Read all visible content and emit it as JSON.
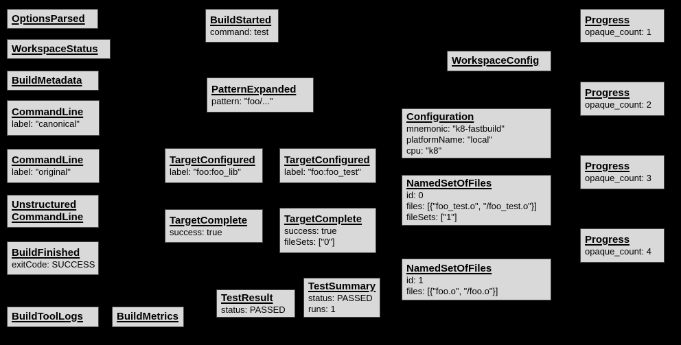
{
  "colors": {
    "background": "#000000",
    "node_fill": "#d9d9d9",
    "node_border": "#4a4a4a",
    "node_text": "#000000"
  },
  "nodes": [
    {
      "name": "options-parsed",
      "title": "OptionsParsed",
      "lines": []
    },
    {
      "name": "workspace-status",
      "title": "WorkspaceStatus",
      "lines": []
    },
    {
      "name": "build-metadata",
      "title": "BuildMetadata",
      "lines": []
    },
    {
      "name": "command-line-canonical",
      "title": "CommandLine",
      "lines": [
        "label: \"canonical\""
      ]
    },
    {
      "name": "command-line-original",
      "title": "CommandLine",
      "lines": [
        "label: \"original\""
      ]
    },
    {
      "name": "unstructured-command-line",
      "title": "Unstructured\nCommandLine",
      "lines": []
    },
    {
      "name": "build-finished",
      "title": "BuildFinished",
      "lines": [
        "exitCode: SUCCESS"
      ]
    },
    {
      "name": "build-tool-logs",
      "title": "BuildToolLogs",
      "lines": []
    },
    {
      "name": "build-metrics",
      "title": "BuildMetrics",
      "lines": []
    },
    {
      "name": "build-started",
      "title": "BuildStarted",
      "lines": [
        "command: test"
      ]
    },
    {
      "name": "pattern-expanded",
      "title": "PatternExpanded",
      "lines": [
        "pattern: \"foo/...\""
      ]
    },
    {
      "name": "target-configured-foo-lib",
      "title": "TargetConfigured",
      "lines": [
        "label: \"foo:foo_lib\""
      ]
    },
    {
      "name": "target-configured-foo-test",
      "title": "TargetConfigured",
      "lines": [
        "label: \"foo:foo_test\""
      ]
    },
    {
      "name": "target-complete-foo-lib",
      "title": "TargetComplete",
      "lines": [
        "success: true"
      ]
    },
    {
      "name": "target-complete-foo-test",
      "title": "TargetComplete",
      "lines": [
        "success: true",
        "fileSets: [\"0\"]"
      ]
    },
    {
      "name": "test-result",
      "title": "TestResult",
      "lines": [
        "status: PASSED"
      ]
    },
    {
      "name": "test-summary",
      "title": "TestSummary",
      "lines": [
        "status: PASSED",
        "runs: 1"
      ]
    },
    {
      "name": "workspace-config",
      "title": "WorkspaceConfig",
      "lines": []
    },
    {
      "name": "configuration",
      "title": "Configuration",
      "lines": [
        "mnemonic: \"k8-fastbuild\"",
        "platformName: \"local\"",
        "cpu: \"k8\""
      ]
    },
    {
      "name": "named-set-of-files-0",
      "title": "NamedSetOfFiles",
      "lines": [
        "id: 0",
        "files: [{\"foo_test.o\", \"/foo_test.o\"}]",
        "fileSets: [\"1\"]"
      ]
    },
    {
      "name": "named-set-of-files-1",
      "title": "NamedSetOfFiles",
      "lines": [
        "id: 1",
        "files: [{\"foo.o\", \"/foo.o\"}]"
      ]
    },
    {
      "name": "progress-1",
      "title": "Progress",
      "lines": [
        "opaque_count: 1"
      ]
    },
    {
      "name": "progress-2",
      "title": "Progress",
      "lines": [
        "opaque_count: 2"
      ]
    },
    {
      "name": "progress-3",
      "title": "Progress",
      "lines": [
        "opaque_count: 3"
      ]
    },
    {
      "name": "progress-4",
      "title": "Progress",
      "lines": [
        "opaque_count: 4"
      ]
    }
  ]
}
